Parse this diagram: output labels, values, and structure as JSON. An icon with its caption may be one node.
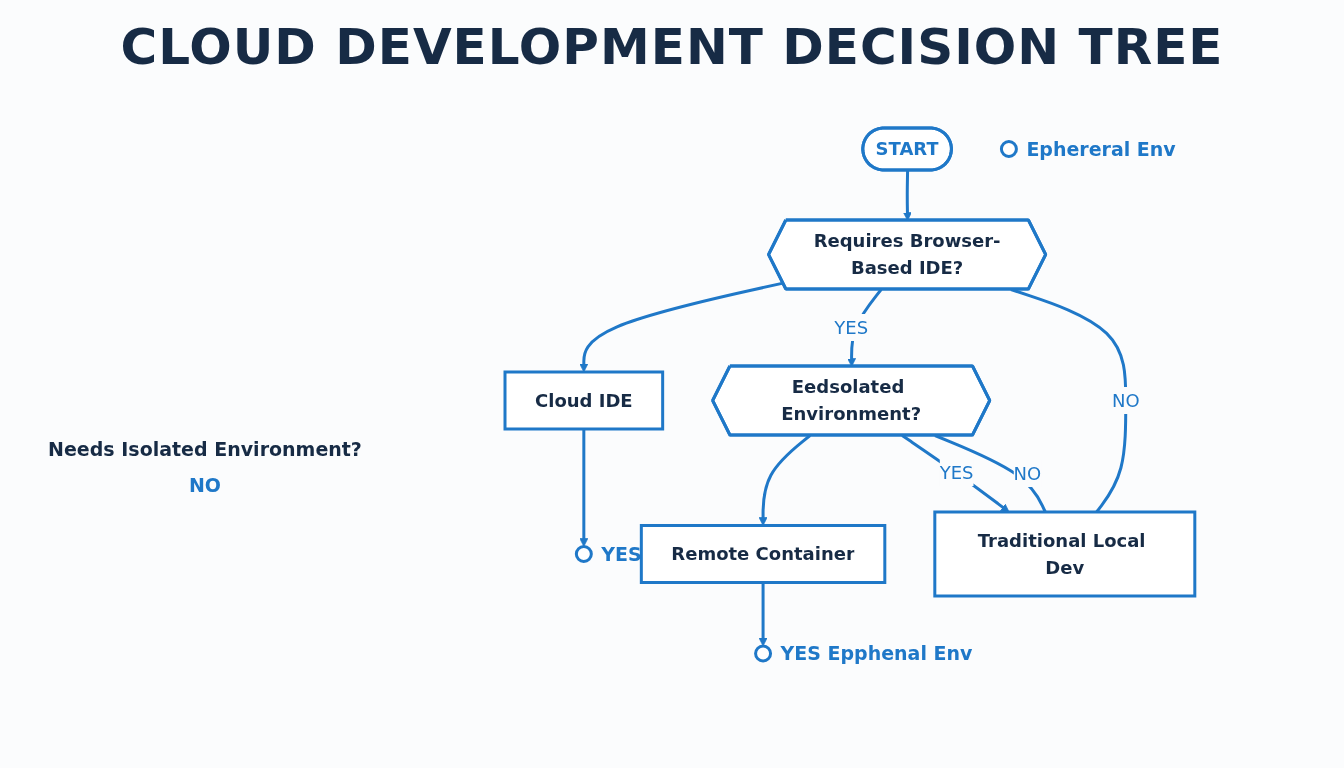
{
  "diagram": {
    "title": "CLOUD DEVELOPMENT DECISION TREE",
    "nodes": [
      {
        "text": [
          "START"
        ]
      },
      {
        "text": [
          "Requires Browser-Based IDE?"
        ]
      },
      {
        "text": [
          "Cloud IDE"
        ]
      },
      {
        "text": [],
        "shape": "circle",
        "beside": [
          "YES"
        ]
      },
      {
        "text": [
          "Eedsolated Environment?"
        ]
      },
      {
        "text": [
          "Remote Container"
        ]
      },
      {
        "text": [],
        "shape": "circle",
        "beside": [
          "YES Epphenal Env"
        ]
      },
      {
        "text": [
          "Traditional Local Dev"
        ]
      },
      {
        "text": [],
        "shape": "circle",
        "beside": [
          "Ephereral Env"
        ]
      }
    ],
    "edges": [
      {
        "from": 0,
        "to": 1,
        "arrow": "to"
      },
      {
        "from": 1,
        "to": 2,
        "arrow": "to"
      },
      {
        "from": 2,
        "to": 3,
        "arrow": "to"
      },
      {
        "from": 1,
        "to": 4,
        "arrow": "to",
        "label": "YES"
      },
      {
        "from": 4,
        "to": 5,
        "arrow": "to"
      },
      {
        "from": 5,
        "to": 6,
        "arrow": "to"
      },
      {
        "from": 4,
        "to": 7,
        "arrow": "to",
        "label": "YES"
      },
      {
        "from": 1,
        "to": 7,
        "arrow": "none",
        "label": "NO"
      },
      {
        "from": 4,
        "to": 7,
        "arrow": "none",
        "label": "NO"
      }
    ],
    "labels": [
      "Needs Isolated Environment?",
      "NO"
    ]
  }
}
